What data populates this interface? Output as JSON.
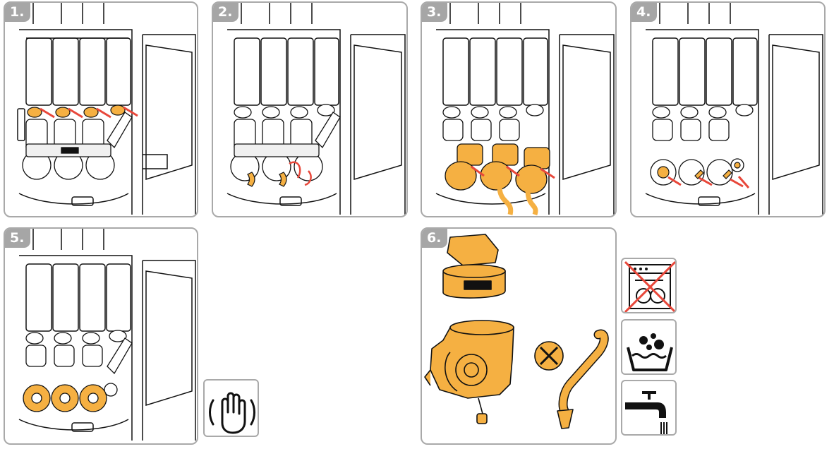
{
  "steps": [
    {
      "label": "1."
    },
    {
      "label": "2."
    },
    {
      "label": "3."
    },
    {
      "label": "4."
    },
    {
      "label": "5."
    },
    {
      "label": "6."
    }
  ],
  "icons": [
    "wipe-hand-icon",
    "no-dishwasher-icon",
    "hand-wash-bowl-icon",
    "water-tap-icon"
  ],
  "colors": {
    "part_orange": "#f5b042",
    "arrow_red": "#e8473a",
    "frame_gray": "#a9a9a9",
    "badge_gray": "#a6a6a6",
    "line": "#111111"
  }
}
